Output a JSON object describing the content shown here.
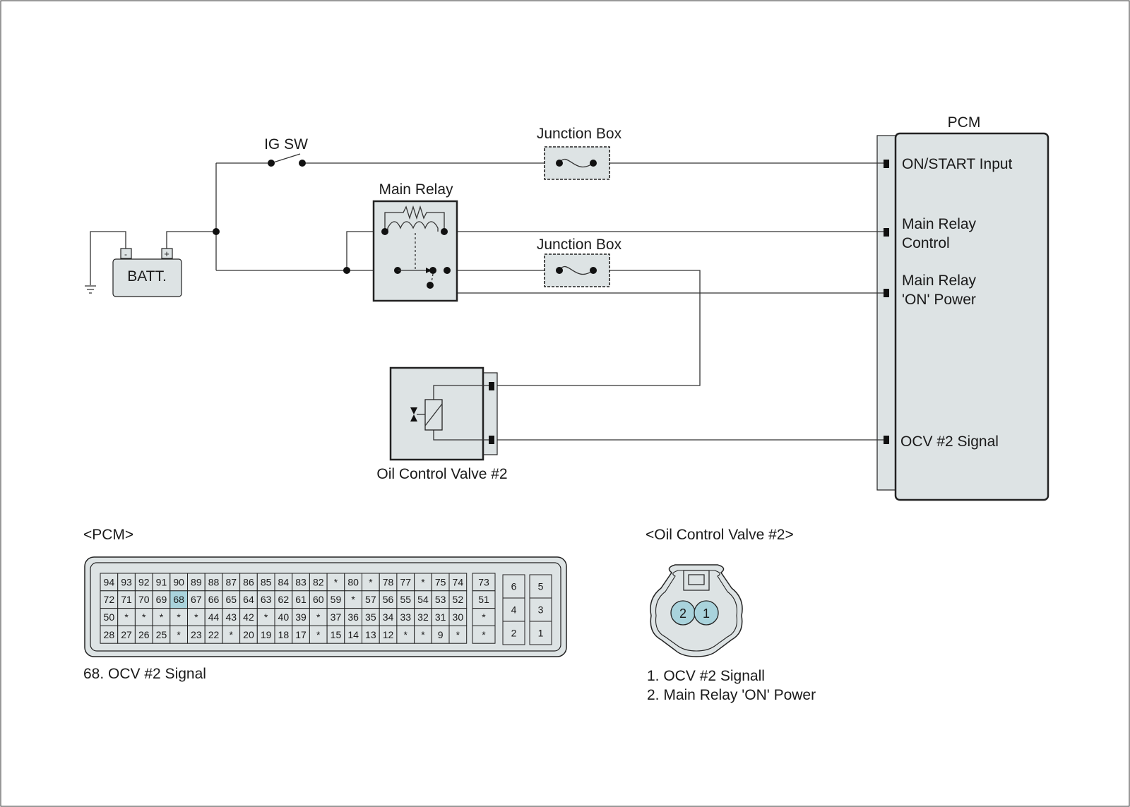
{
  "pcm": {
    "title": "PCM",
    "pins": {
      "on_start": "ON/START Input",
      "main_relay_control_1": "Main Relay",
      "main_relay_control_2": "Control",
      "main_relay_on_power_1": "Main Relay",
      "main_relay_on_power_2": "'ON' Power",
      "ocv_signal": "OCV #2 Signal"
    }
  },
  "components": {
    "ig_sw": "IG SW",
    "junction_box_1": "Junction Box",
    "junction_box_2": "Junction Box",
    "main_relay": "Main Relay",
    "battery": "BATT.",
    "battery_minus": "-",
    "battery_plus": "+",
    "ocv": "Oil Control Valve #2"
  },
  "pcm_connector": {
    "title": "<PCM>",
    "rows": [
      [
        "94",
        "93",
        "92",
        "91",
        "90",
        "89",
        "88",
        "87",
        "86",
        "85",
        "84",
        "83",
        "82",
        "*",
        "80",
        "*",
        "78",
        "77",
        "*",
        "75",
        "74"
      ],
      [
        "72",
        "71",
        "70",
        "69",
        "68",
        "67",
        "66",
        "65",
        "64",
        "63",
        "62",
        "61",
        "60",
        "59",
        "*",
        "57",
        "56",
        "55",
        "54",
        "53",
        "52"
      ],
      [
        "50",
        "*",
        "*",
        "*",
        "*",
        "*",
        "44",
        "43",
        "42",
        "*",
        "40",
        "39",
        "*",
        "37",
        "36",
        "35",
        "34",
        "33",
        "32",
        "31",
        "30"
      ],
      [
        "28",
        "27",
        "26",
        "25",
        "*",
        "23",
        "22",
        "*",
        "20",
        "19",
        "18",
        "17",
        "*",
        "15",
        "14",
        "13",
        "12",
        "*",
        "*",
        "9",
        "*"
      ]
    ],
    "side_column": [
      "73",
      "51",
      "*",
      "*"
    ],
    "block_left": [
      "6",
      "4",
      "2"
    ],
    "block_right": [
      "5",
      "3",
      "1"
    ],
    "highlight": "68",
    "highlight_color": "#a9d3dc",
    "caption": "68. OCV #2 Signal"
  },
  "ocv_connector": {
    "title": "<Oil Control Valve #2>",
    "pin_left": "2",
    "pin_right": "1",
    "pin_color": "#a9d3dc",
    "legend": [
      "1. OCV #2 Signall",
      "2. Main Relay 'ON' Power"
    ]
  }
}
